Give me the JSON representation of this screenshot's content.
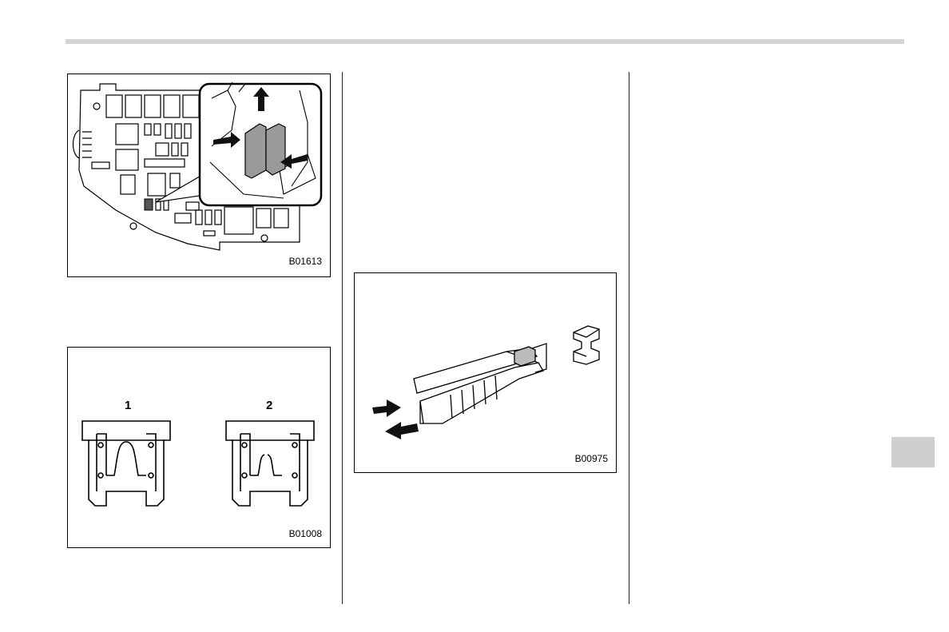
{
  "figures": {
    "fuse_box": {
      "code": "B01613"
    },
    "fuse_compare": {
      "code": "B01008",
      "label_1": "1",
      "label_2": "2"
    },
    "fuse_puller": {
      "code": "B00975"
    }
  },
  "colors": {
    "rule": "#d4d4d4",
    "tab": "#cfcfcf",
    "fuse_gray": "#9a9a9a"
  }
}
